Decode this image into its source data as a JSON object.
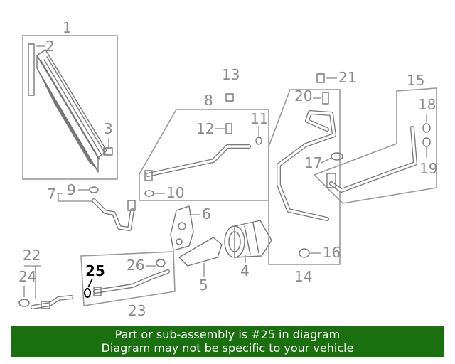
{
  "callouts": {
    "c1": "1",
    "c2": "2",
    "c3": "3",
    "c4": "4",
    "c5": "5",
    "c6": "6",
    "c7": "7",
    "c8": "8",
    "c9": "9",
    "c10": "10",
    "c11": "11",
    "c12": "12",
    "c13": "13",
    "c14": "14",
    "c15": "15",
    "c16": "16",
    "c17": "17",
    "c18": "18",
    "c19": "19",
    "c20": "20",
    "c21": "21",
    "c22": "22",
    "c23": "23",
    "c24": "24",
    "c25": "25",
    "c26": "26"
  },
  "highlighted_part": "25",
  "banner": {
    "line1": "Part or sub-assembly is #25 in diagram",
    "line2": "Diagram may not be specific to your vehicle"
  },
  "colors": {
    "banner_bg": "#1a700f",
    "banner_text": "#ffffff",
    "line_art": "#777777",
    "highlight": "#000000"
  }
}
